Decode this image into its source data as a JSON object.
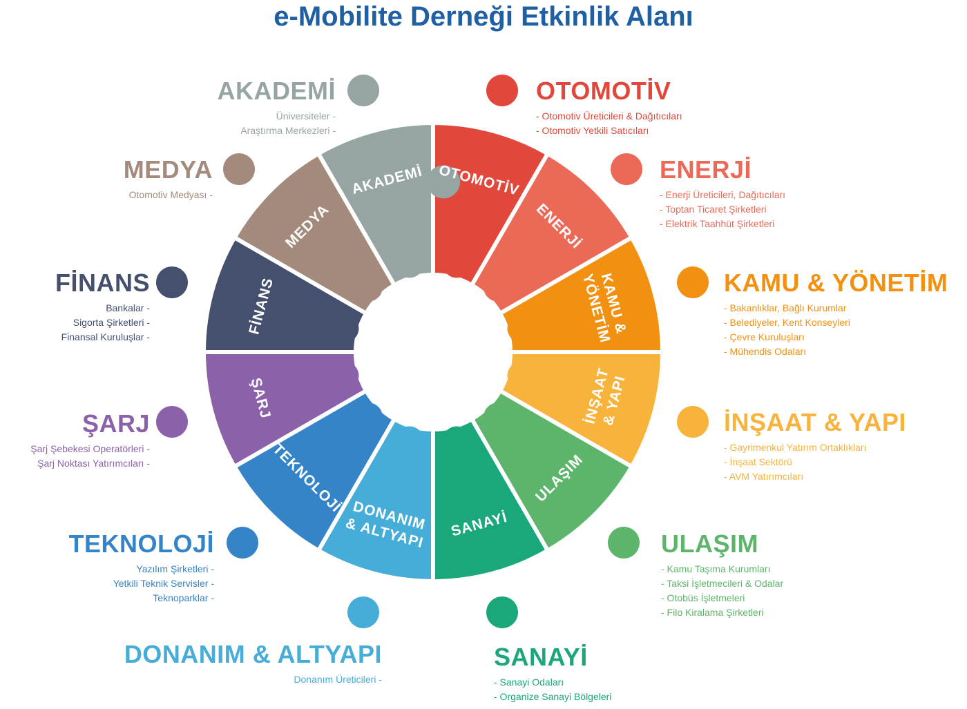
{
  "title": "e-Mobilite Derneği Etkinlik Alanı",
  "segments": [
    {
      "key": "otomotiv",
      "wedge": "OTOMOTİV",
      "wedge2": "",
      "heading": "OTOMOTİV",
      "color": "#e2473b",
      "items": [
        "- Otomotiv Üreticileri & Dağıtıcıları",
        "- Otomotiv Yetkili Satıcıları"
      ]
    },
    {
      "key": "enerji",
      "wedge": "ENERJİ",
      "wedge2": "",
      "heading": "ENERJİ",
      "color": "#ea6a57",
      "items": [
        "- Enerji Üreticileri, Dağıtıcıları",
        "- Toptan Ticaret Şirketleri",
        "- Elektrik Taahhüt Şirketleri"
      ]
    },
    {
      "key": "kamu",
      "wedge": "KAMU &",
      "wedge2": "YÖNETİM",
      "heading": "KAMU & YÖNETİM",
      "color": "#f29111",
      "items": [
        "- Bakanlıklar, Bağlı Kurumlar",
        "- Belediyeler, Kent Konseyleri",
        "- Çevre Kuruluşları",
        "- Mühendis Odaları"
      ]
    },
    {
      "key": "insaat",
      "wedge": "İNŞAAT",
      "wedge2": "& YAPI",
      "heading": "İNŞAAT & YAPI",
      "color": "#f7b33b",
      "items": [
        "- Gayrimenkul Yatırım Ortaklıkları",
        "- İnşaat Sektörü",
        "- AVM Yatırımcıları"
      ]
    },
    {
      "key": "ulasim",
      "wedge": "ULAŞIM",
      "wedge2": "",
      "heading": "ULAŞIM",
      "color": "#5cb56a",
      "items": [
        "- Kamu Taşıma Kurumları",
        "- Taksi İşletmecileri & Odalar",
        "- Otobüs İşletmeleri",
        "- Filo Kiralama Şirketleri"
      ]
    },
    {
      "key": "sanayi",
      "wedge": "SANAYİ",
      "wedge2": "",
      "heading": "SANAYİ",
      "color": "#1aa77b",
      "items": [
        "- Sanayi Odaları",
        "- Organize Sanayi Bölgeleri"
      ]
    },
    {
      "key": "donanim",
      "wedge": "DONANIM",
      "wedge2": "& ALTYAPI",
      "heading": "DONANIM & ALTYAPI",
      "color": "#46add8",
      "items": [
        "Donanım Üreticileri -"
      ]
    },
    {
      "key": "teknoloji",
      "wedge": "TEKNOLOJİ",
      "wedge2": "",
      "heading": "TEKNOLOJİ",
      "color": "#3584c7",
      "items": [
        "Yazılım Şirketleri -",
        "Yetkili Teknik Servisler -",
        "Teknoparklar -"
      ]
    },
    {
      "key": "sarj",
      "wedge": "ŞARJ",
      "wedge2": "",
      "heading": "ŞARJ",
      "color": "#8b62aa",
      "items": [
        "Şarj Şebekesi Operatörleri -",
        "Şarj Noktası Yatırımcıları -"
      ]
    },
    {
      "key": "finans",
      "wedge": "FİNANS",
      "wedge2": "",
      "heading": "FİNANS",
      "color": "#44506e",
      "items": [
        "Bankalar -",
        "Sigorta Şirketleri -",
        "Finansal Kuruluşlar -"
      ]
    },
    {
      "key": "medya",
      "wedge": "MEDYA",
      "wedge2": "",
      "heading": "MEDYA",
      "color": "#a38a7c",
      "items": [
        "Otomotiv Medyası -"
      ]
    },
    {
      "key": "akademi",
      "wedge": "AKADEMİ",
      "wedge2": "",
      "heading": "AKADEMİ",
      "color": "#97a4a4",
      "items": [
        "Üniversiteler -",
        "Araştırma Merkezleri -"
      ]
    }
  ]
}
